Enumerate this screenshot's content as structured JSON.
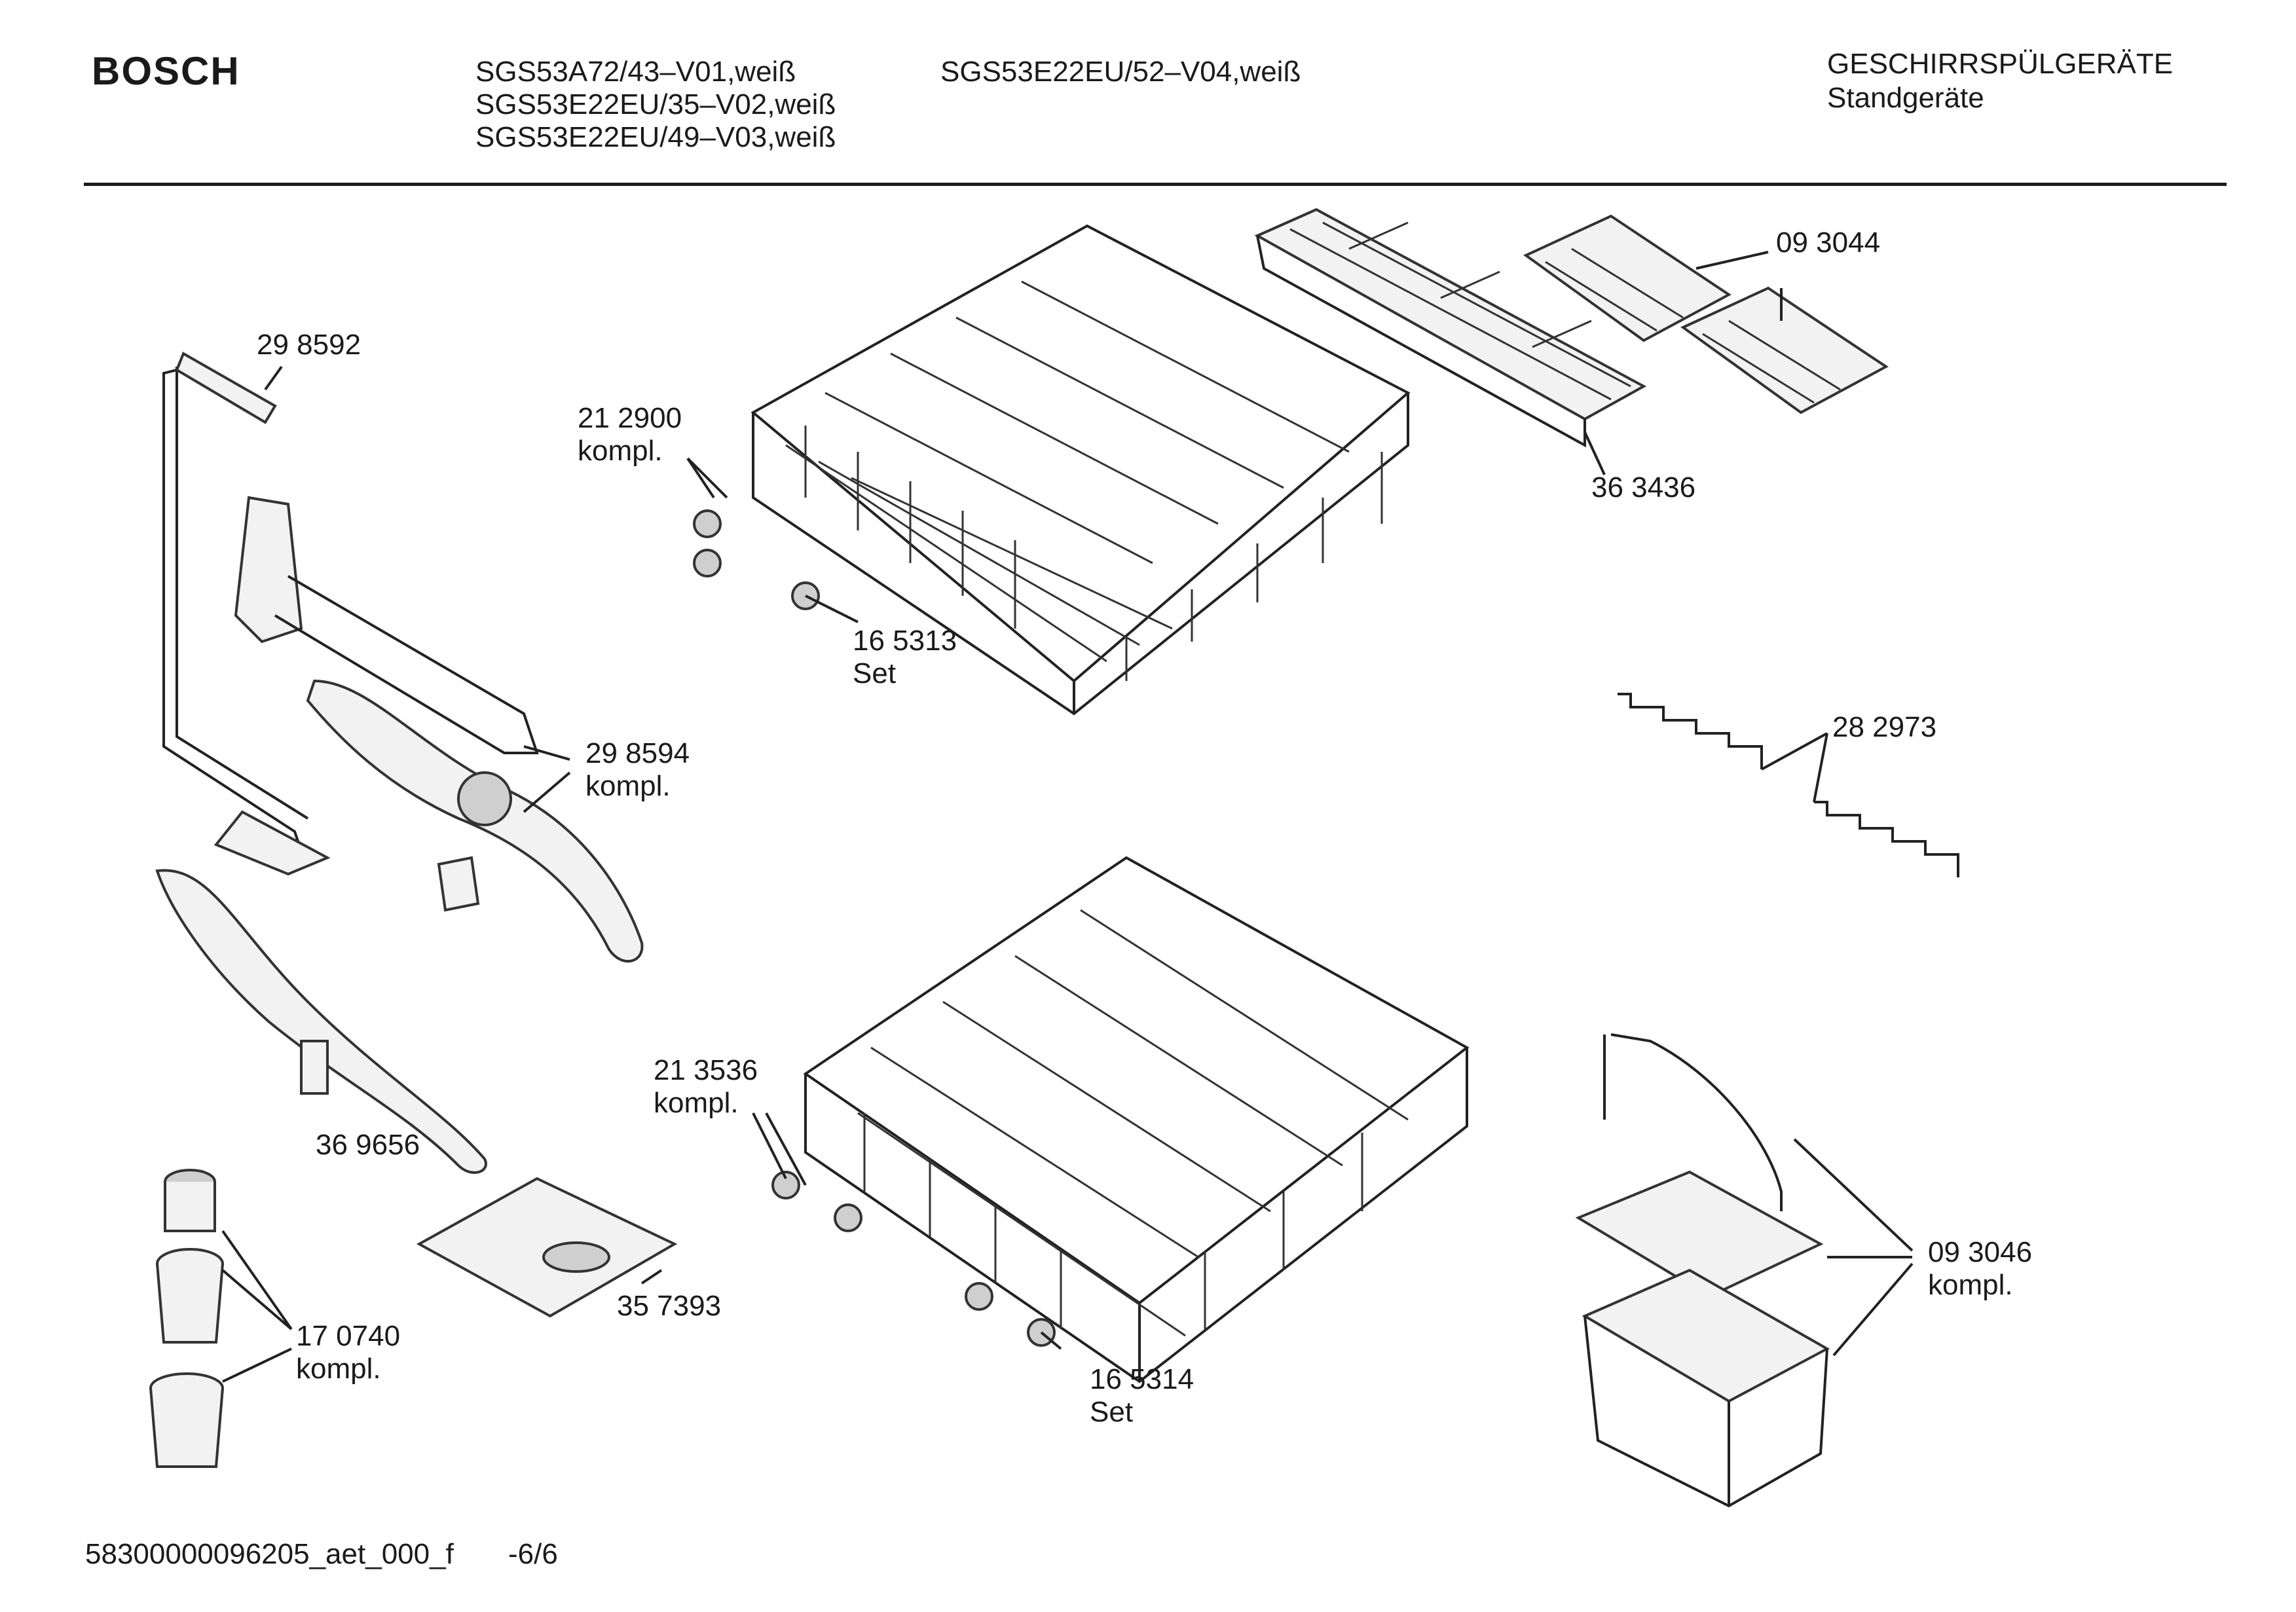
{
  "header": {
    "brand": "BOSCH",
    "models_col1": [
      "SGS53A72/43–V01,weiß",
      "SGS53E22EU/35–V02,weiß",
      "SGS53E22EU/49–V03,weiß"
    ],
    "models_col2": [
      "SGS53E22EU/52–V04,weiß"
    ],
    "category": "GESCHIRRSPÜLGERÄTE",
    "subcategory": "Standgeräte"
  },
  "parts": {
    "p298592": {
      "number": "29 8592"
    },
    "p212900": {
      "number": "21 2900",
      "note": "kompl."
    },
    "p165313": {
      "number": "16 5313",
      "note": "Set"
    },
    "p093044": {
      "number": "09 3044"
    },
    "p363436": {
      "number": "36 3436"
    },
    "p298594": {
      "number": "29 8594",
      "note": "kompl."
    },
    "p282973": {
      "number": "28 2973"
    },
    "p369656": {
      "number": "36 9656"
    },
    "p213536": {
      "number": "21 3536",
      "note": "kompl."
    },
    "p357393": {
      "number": "35 7393"
    },
    "p093046": {
      "number": "09 3046",
      "note": "kompl."
    },
    "p170740": {
      "number": "17 0740",
      "note": "kompl."
    },
    "p165314": {
      "number": "16 5314",
      "note": "Set"
    }
  },
  "footer": {
    "doc_id": "58300000096205_aet_000_f",
    "page": "-6/6"
  }
}
